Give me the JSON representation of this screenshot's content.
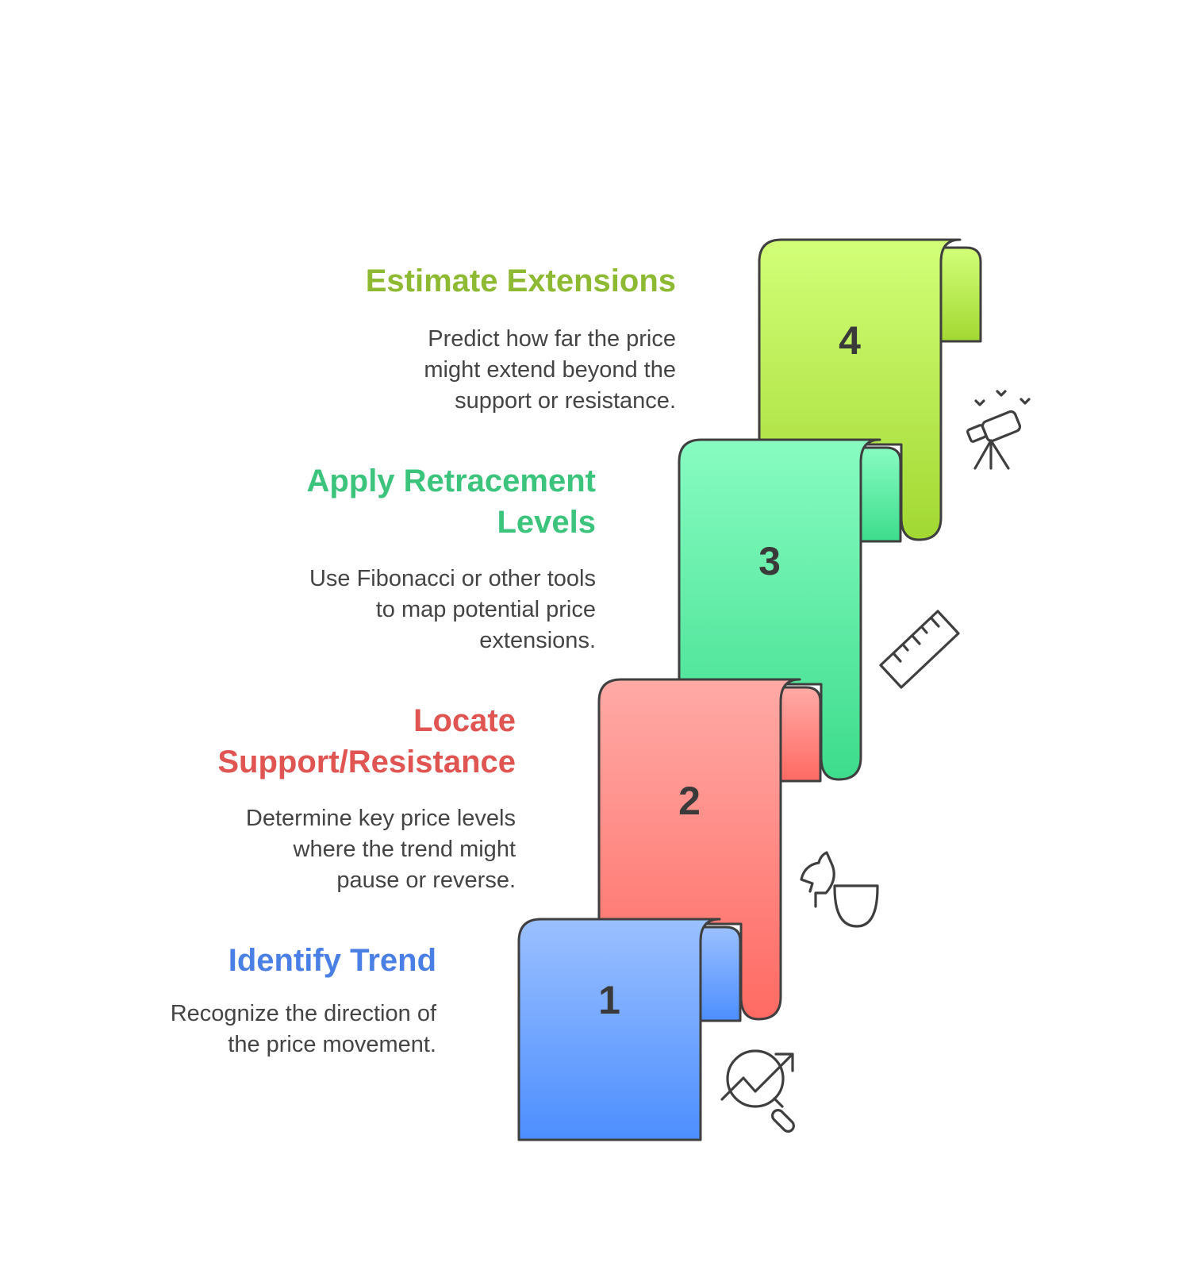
{
  "steps": [
    {
      "number": "1",
      "title": "Identify Trend",
      "description_lines": [
        "Recognize the direction of",
        "the price movement."
      ],
      "color": "#4a80e6",
      "gradient_top": "#9bc0ff",
      "gradient_bottom": "#4c8eff",
      "icon": "trend-analysis-magnifier-icon"
    },
    {
      "number": "2",
      "title_lines": [
        "Locate",
        "Support/Resistance"
      ],
      "description_lines": [
        "Determine key price levels",
        "where the trend might",
        "pause or reverse."
      ],
      "color": "#e05551",
      "gradient_top": "#ffaaa6",
      "gradient_bottom": "#ff6a63",
      "icon": "chess-pieces-icon"
    },
    {
      "number": "3",
      "title_lines": [
        "Apply Retracement",
        "Levels"
      ],
      "description_lines": [
        "Use Fibonacci or other tools",
        "to map potential price",
        "extensions."
      ],
      "color": "#3cc47c",
      "gradient_top": "#88fcc2",
      "gradient_bottom": "#3ddc8c",
      "icon": "ruler-icon"
    },
    {
      "number": "4",
      "title": "Estimate Extensions",
      "description_lines": [
        "Predict how far the price",
        "might extend beyond the",
        "support or resistance."
      ],
      "color": "#8dba32",
      "gradient_top": "#d2ff78",
      "gradient_bottom": "#a2d832",
      "icon": "telescope-icon"
    }
  ]
}
